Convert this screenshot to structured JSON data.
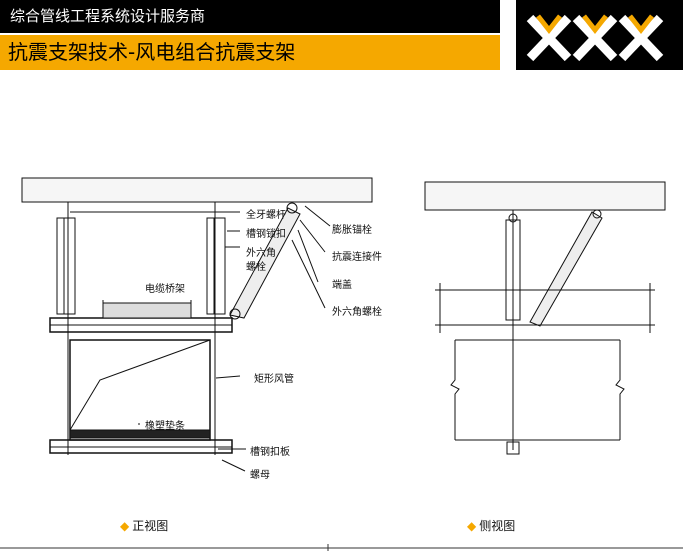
{
  "header": {
    "company": "综合管线工程系统设计服务商",
    "title": "抗震支架技术-风电组合抗震支架",
    "logo_text": "XXX"
  },
  "front_view": {
    "caption": "正视图",
    "labels": {
      "rod": "全牙螺杆",
      "lock": "槽钢锁扣",
      "hex_bolt_a": "外六角",
      "hex_bolt_b": "螺栓",
      "anchor": "膨胀锚栓",
      "connector": "抗震连接件",
      "cap": "端盖",
      "hex_bolt2": "外六角螺栓",
      "tray": "电缆桥架",
      "duct": "矩形风管",
      "pad": "橡塑垫条",
      "plate": "槽钢扣板",
      "nut": "螺母"
    }
  },
  "side_view": {
    "caption": "侧视图"
  },
  "colors": {
    "accent": "#f5a800",
    "black": "#000000"
  }
}
